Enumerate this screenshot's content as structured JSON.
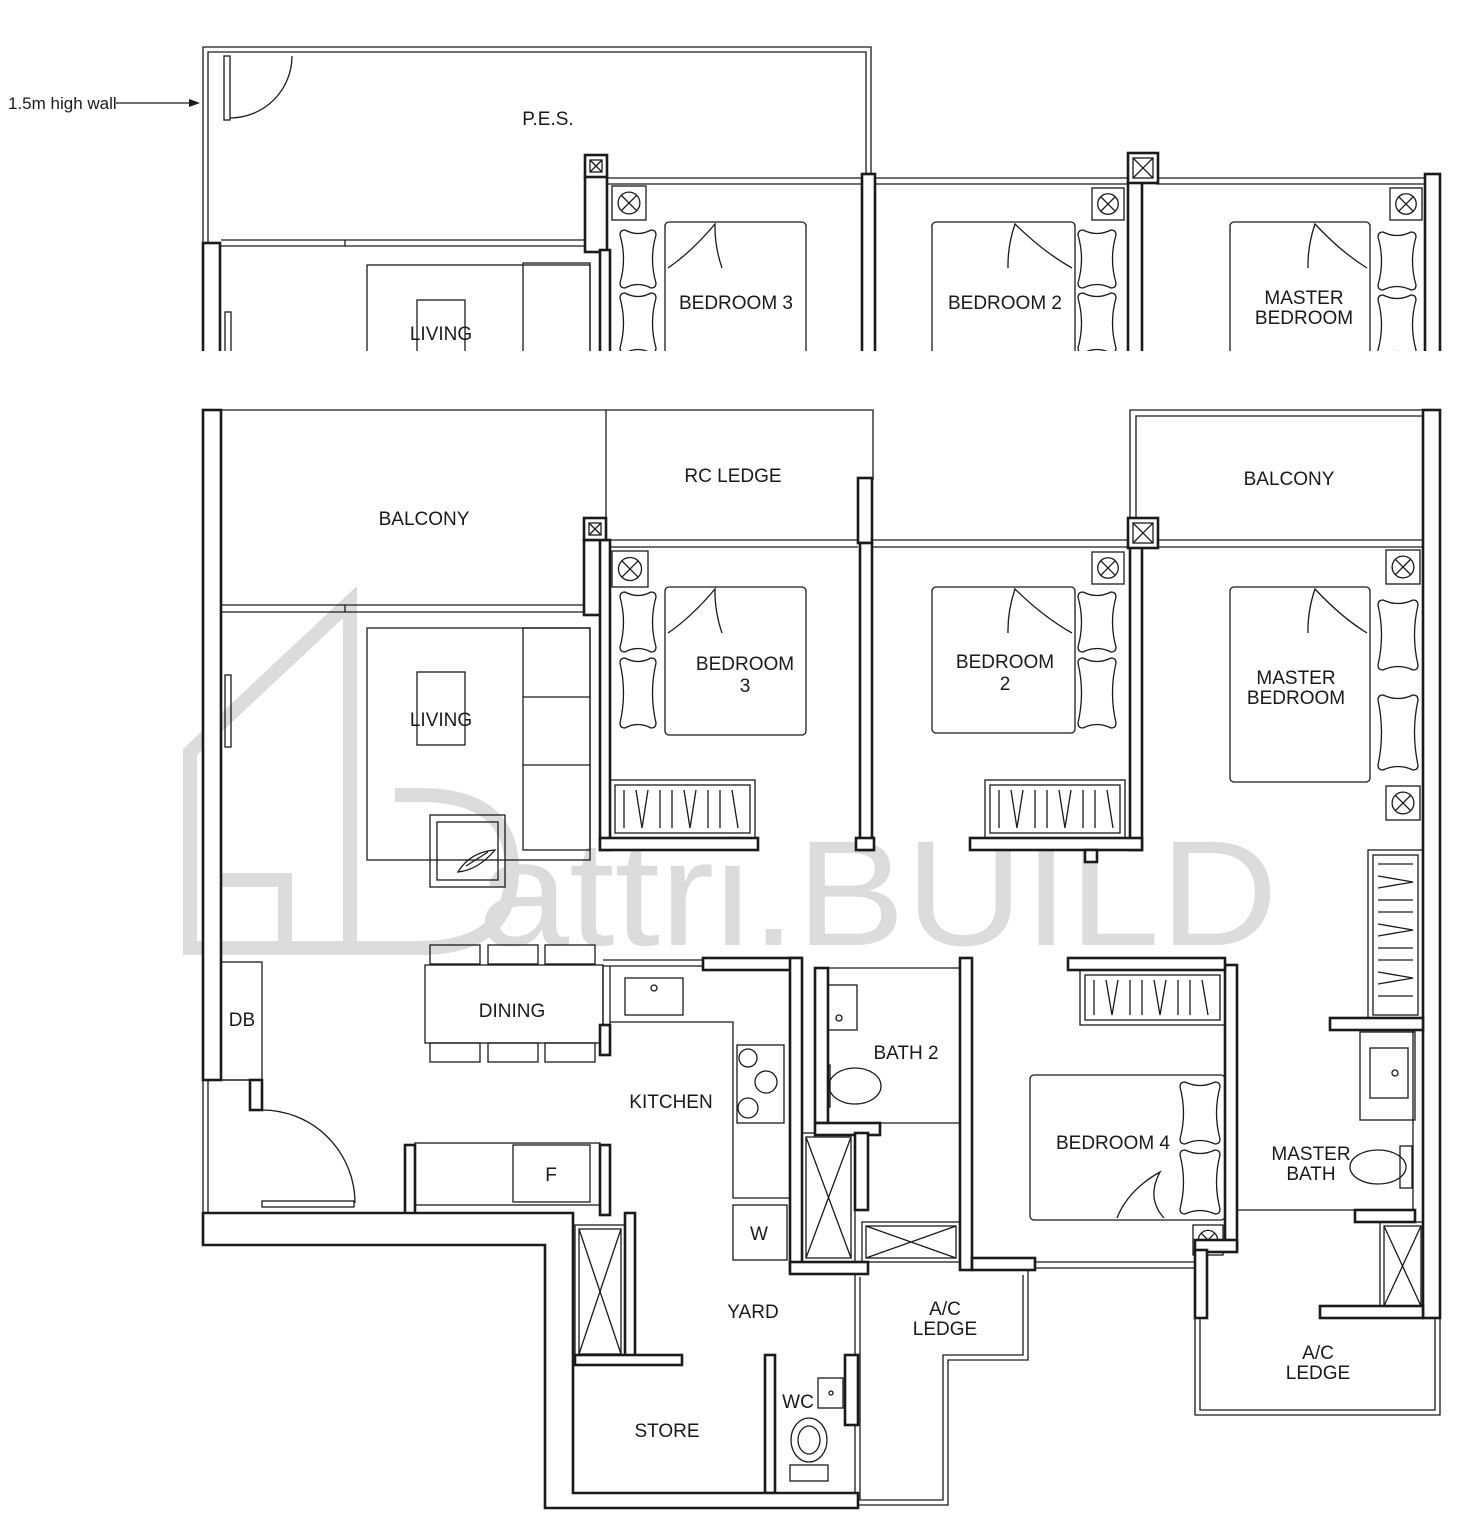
{
  "colors": {
    "line": "#1a1a1a",
    "watermark": "#dcdcdc",
    "background": "#ffffff"
  },
  "annotation": {
    "high_wall": "1.5m high wall"
  },
  "upper_plan": {
    "pes": "P.E.S.",
    "living": "LIVING",
    "bedroom3": "BEDROOM 3",
    "bedroom2": "BEDROOM 2",
    "master_bedroom": [
      "MASTER",
      "BEDROOM"
    ]
  },
  "main_plan": {
    "balcony_left": "BALCONY",
    "rc_ledge": "RC LEDGE",
    "balcony_right": "BALCONY",
    "bedroom3": [
      "BEDROOM",
      "3"
    ],
    "bedroom2": [
      "BEDROOM",
      "2"
    ],
    "master_bedroom": [
      "MASTER",
      "BEDROOM"
    ],
    "living": "LIVING",
    "db": "DB",
    "dining": "DINING",
    "bath2": "BATH 2",
    "kitchen": "KITCHEN",
    "bedroom4": "BEDROOM 4",
    "master_bath": [
      "MASTER",
      "BATH"
    ],
    "fridge": "F",
    "washer": "W",
    "yard": "YARD",
    "ac_ledge_middle": [
      "A/C",
      "LEDGE"
    ],
    "ac_ledge_right": [
      "A/C",
      "LEDGE"
    ],
    "wc": "WC",
    "store": "STORE"
  },
  "watermark": {
    "text": "attri.BUILD"
  }
}
